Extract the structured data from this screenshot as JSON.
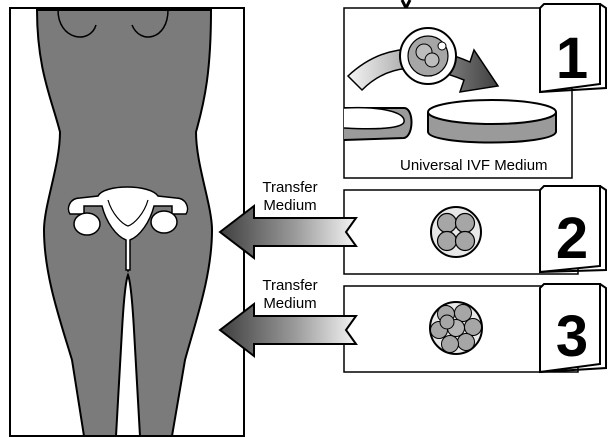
{
  "figure": {
    "stages": [
      {
        "number": "1",
        "caption": "Universal IVF Medium",
        "depicts": "embryo transferred between culture dishes"
      },
      {
        "number": "2",
        "arrow_label_line1": "Transfer",
        "arrow_label_line2": "Medium",
        "depicts": "4-cell embryo"
      },
      {
        "number": "3",
        "arrow_label_line1": "Transfer",
        "arrow_label_line2": "Medium",
        "depicts": "8-cell embryo"
      }
    ]
  },
  "colors": {
    "body_fill": "#7b7b7b",
    "arrow_dark": "#444444",
    "arrow_light": "#f2f2f2",
    "cell_fill": "#a6a6a6",
    "outline": "#000000",
    "background": "#ffffff"
  }
}
